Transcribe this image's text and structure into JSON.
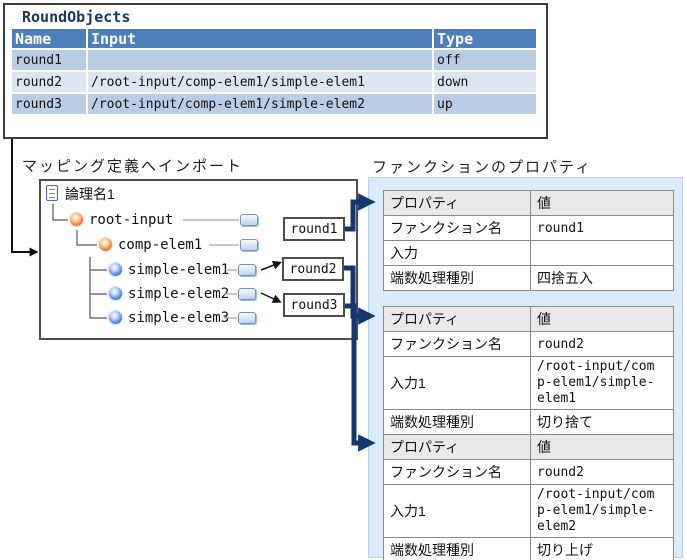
{
  "colors": {
    "table_header_blue": "#4d7ebc",
    "table_row_dark": "#b9cde4",
    "table_row_light": "#dce6f2",
    "title_navy": "#17365d",
    "panel_blue": "#dcebfb",
    "thick_arrow_navy": "#14386e",
    "prop_header_gray": "#e9e9e9"
  },
  "icons": {
    "document_icon": "document page with lines",
    "complex_element_icon": "orange sphere",
    "simple_element_icon": "blue sphere",
    "connector_icon": "light blue rounded tab"
  },
  "round_objects": {
    "title": "RoundObjects",
    "columns": [
      "Name",
      "Input",
      "Type"
    ],
    "rows": [
      {
        "name": "round1",
        "input": "",
        "type": "off"
      },
      {
        "name": "round2",
        "input": "/root-input/comp-elem1/simple-elem1",
        "type": "down"
      },
      {
        "name": "round3",
        "input": "/root-input/comp-elem1/simple-elem2",
        "type": "up"
      }
    ]
  },
  "mapping_section": {
    "label": "マッピング定義へインポート",
    "tree": {
      "root": "論理名1",
      "nodes": [
        "root-input",
        "comp-elem1",
        "simple-elem1",
        "simple-elem2",
        "simple-elem3"
      ]
    },
    "function_boxes": [
      "round1",
      "round2",
      "round3"
    ]
  },
  "properties_section": {
    "label": "ファンクションのプロパティ",
    "tables": [
      {
        "headers": [
          "プロパティ",
          "値"
        ],
        "rows": [
          [
            "ファンクション名",
            "round1"
          ],
          [
            "入力",
            ""
          ],
          [
            "端数処理種別",
            "四捨五入"
          ]
        ]
      },
      {
        "headers": [
          "プロパティ",
          "値"
        ],
        "rows": [
          [
            "ファンクション名",
            "round2"
          ],
          [
            "入力1",
            "/root-input/comp-elem1/simple-elem1"
          ],
          [
            "端数処理種別",
            "切り捨て"
          ]
        ]
      },
      {
        "headers": [
          "プロパティ",
          "値"
        ],
        "rows": [
          [
            "ファンクション名",
            "round2"
          ],
          [
            "入力1",
            "/root-input/comp-elem1/simple-elem2"
          ],
          [
            "端数処理種別",
            "切り上げ"
          ]
        ]
      }
    ]
  },
  "connections": [
    {
      "from": "RoundObjects",
      "to": "mapping-tree"
    },
    {
      "from": "simple-elem1",
      "to": "round2"
    },
    {
      "from": "simple-elem2",
      "to": "round3"
    },
    {
      "from": "round1",
      "to": "properties-table-1"
    },
    {
      "from": "round2",
      "to": "properties-table-2"
    },
    {
      "from": "round3",
      "to": "properties-table-3"
    }
  ]
}
